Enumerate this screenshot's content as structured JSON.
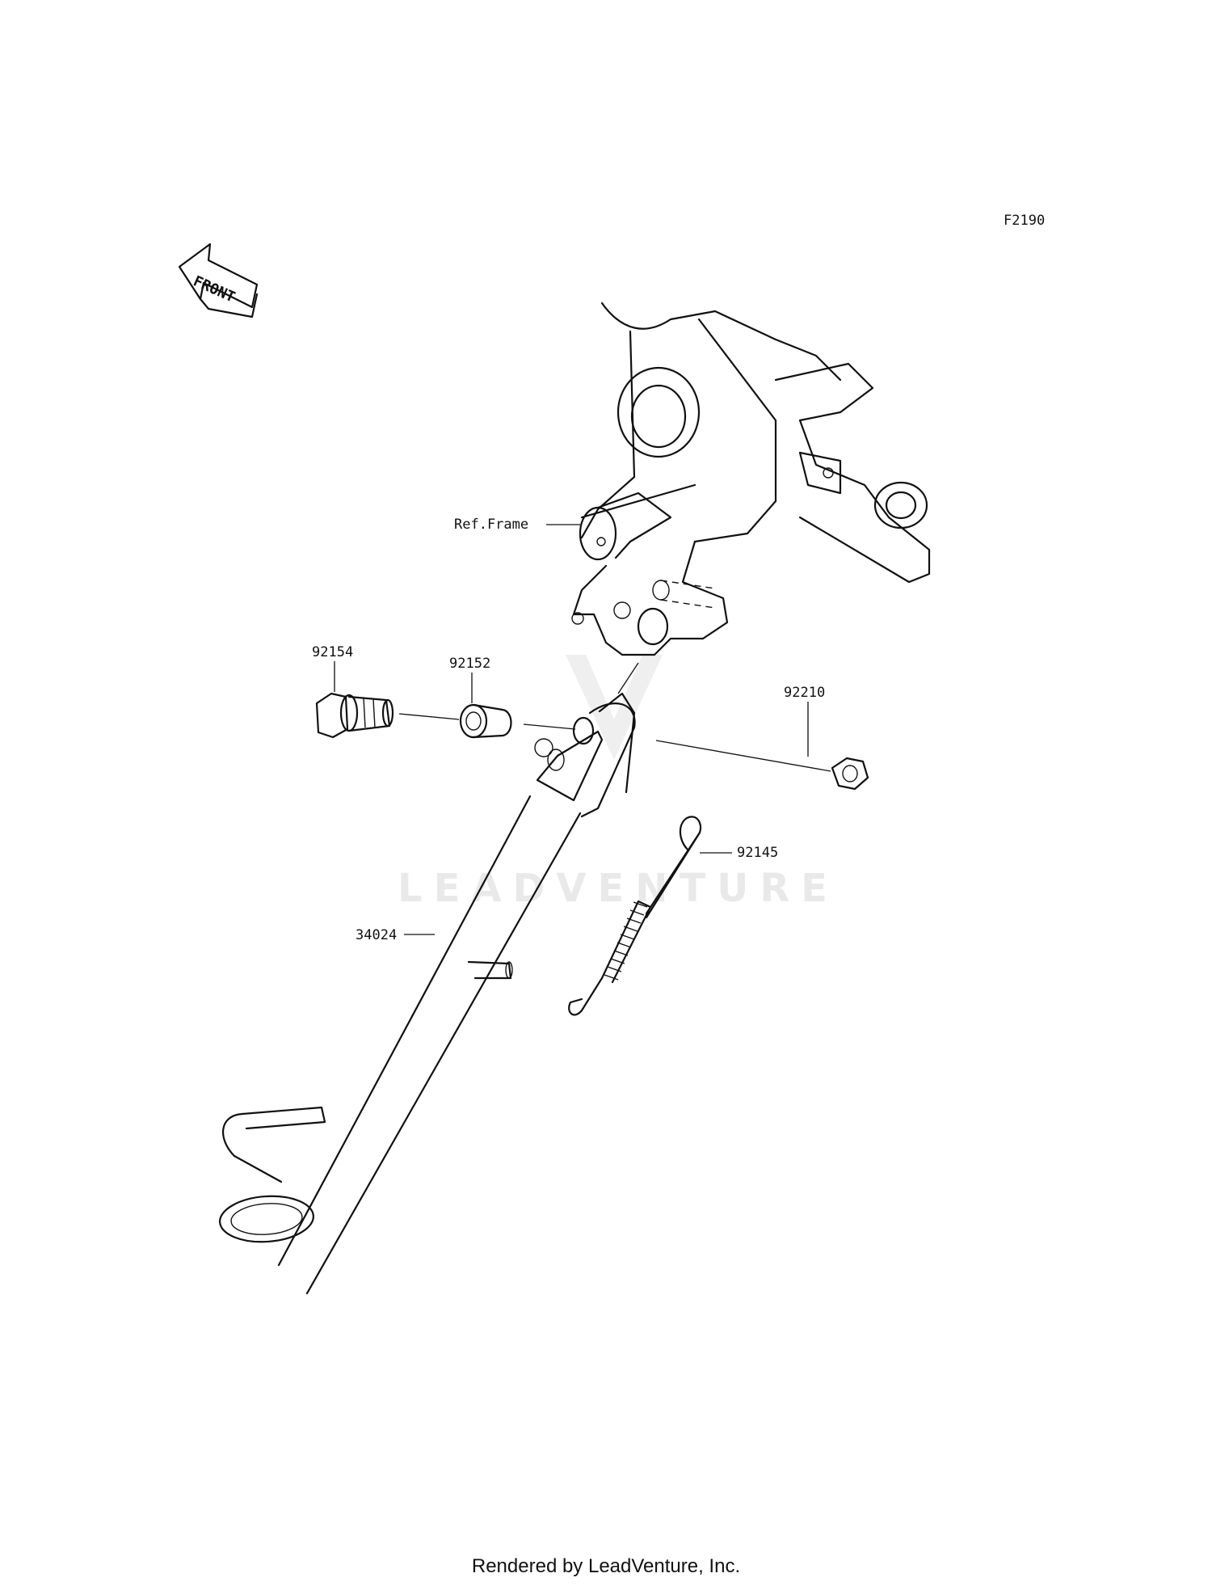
{
  "diagram": {
    "figure_code": "F2190",
    "direction_marker": "FRONT",
    "watermark": "LEADVENTURE",
    "reference_label": "Ref.Frame",
    "parts": [
      {
        "number": "92154"
      },
      {
        "number": "92152"
      },
      {
        "number": "92210"
      },
      {
        "number": "92145"
      },
      {
        "number": "34024"
      }
    ]
  },
  "footer": {
    "credit": "Rendered by LeadVenture, Inc."
  }
}
